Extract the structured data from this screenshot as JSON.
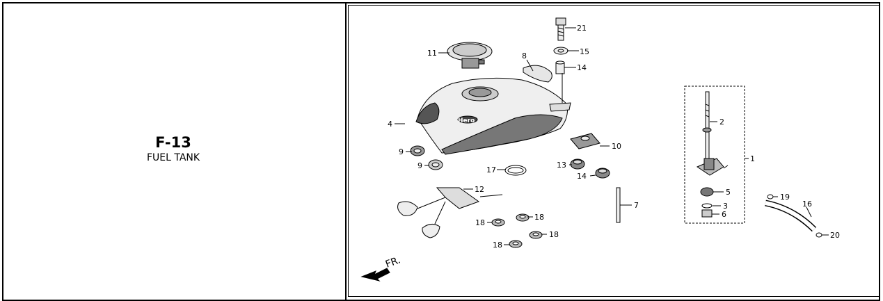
{
  "header": {
    "code": "F-13",
    "title": "FUEL TANK"
  },
  "diagram": {
    "brand_mark": "Hero",
    "direction_label": "FR.",
    "callouts": [
      "1",
      "2",
      "3",
      "4",
      "5",
      "6",
      "7",
      "8",
      "9",
      "9",
      "10",
      "11",
      "12",
      "13",
      "14",
      "14",
      "15",
      "16",
      "17",
      "18",
      "18",
      "18",
      "18",
      "19",
      "20",
      "21"
    ]
  }
}
